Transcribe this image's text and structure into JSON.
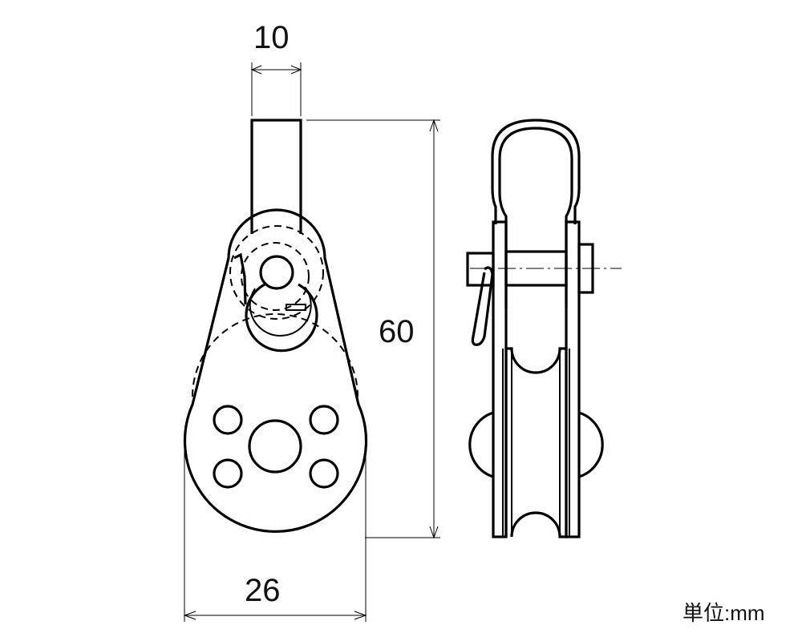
{
  "dimensions": {
    "strap_width": "10",
    "height": "60",
    "sheave_diameter": "26"
  },
  "unit_label": "単位:mm"
}
